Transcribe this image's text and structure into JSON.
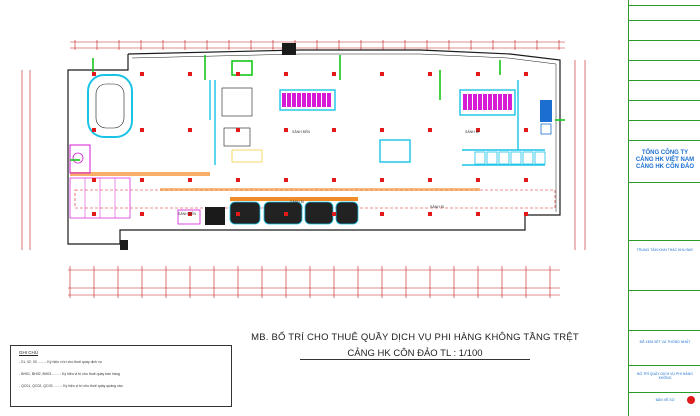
{
  "drawing": {
    "title": "MB. BỐ TRÍ CHO THUÊ QUẦY DỊCH VỤ PHI HÀNG KHÔNG TẦNG TRỆT",
    "subtitle": "CẢNG HK CÔN ĐẢO TL : 1/100"
  },
  "title_block": {
    "company_lines": [
      "TỔNG CÔNG TY",
      "CẢNG HK VIỆT NAM",
      "CẢNG HK CÔN ĐẢO"
    ],
    "cell_texts": [
      "TRUNG TÂM KHAI THÁC KHU BAY",
      "ĐÃ XEM XÉT VÀ THỐNG NHẤT",
      "BỐ TRÍ QUẦY DỊCH VỤ PHI HÀNG KHÔNG",
      "BẢN VẼ SỐ"
    ]
  },
  "legend": {
    "heading": "GHI CHÚ",
    "rows": [
      "- 01, 02, 03 ........: Ký hiệu vị trí cho thuê quầy dịch vụ",
      "- BH01, BH02, BH03 ........: Ký hiệu vị trí cho thuê quầy bán hàng",
      "- QC01, QC02, QC03 ........: Ký hiệu vị trí cho thuê quầy quảng cáo"
    ]
  },
  "room_labels": [
    "SẢNH ĐẾN",
    "SẢNH ĐI",
    "SẢNH ĐI",
    "SẢNH ĐẾN",
    "SẢNH ĐI"
  ],
  "colors": {
    "wall": "#1a1a1a",
    "accent_green": "#16c816",
    "accent_cyan": "#19c3e6",
    "accent_red": "#e01a1a",
    "accent_magenta": "#d61ad6",
    "accent_blue": "#1a6fd1",
    "dim_line": "#c21a1a"
  }
}
